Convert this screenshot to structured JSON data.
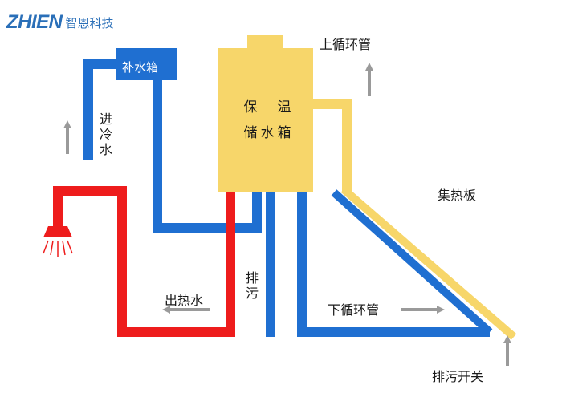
{
  "brand": {
    "logo_text": "ZHIEN",
    "company_cn": "智恩科技"
  },
  "labels": {
    "makeup_tank": "补水箱",
    "storage_tank_line1": "保　温",
    "storage_tank_line2": "储水箱",
    "upper_circulation": "上循环管",
    "cold_water_in": "进冷水",
    "collector": "集热板",
    "hot_water_out": "出热水",
    "drain": "排污",
    "lower_circulation": "下循环管",
    "drain_switch": "排污开关"
  },
  "colors": {
    "cold_pipe": "#1f6fd1",
    "hot_pipe": "#ee1c1c",
    "tank": "#f7d66a",
    "collector_fill": "#ffffff",
    "arrow": "#9a9a9a",
    "brand": "#2a6fb8"
  },
  "icons": [
    "shower-head-icon",
    "flow-arrow-icon"
  ]
}
